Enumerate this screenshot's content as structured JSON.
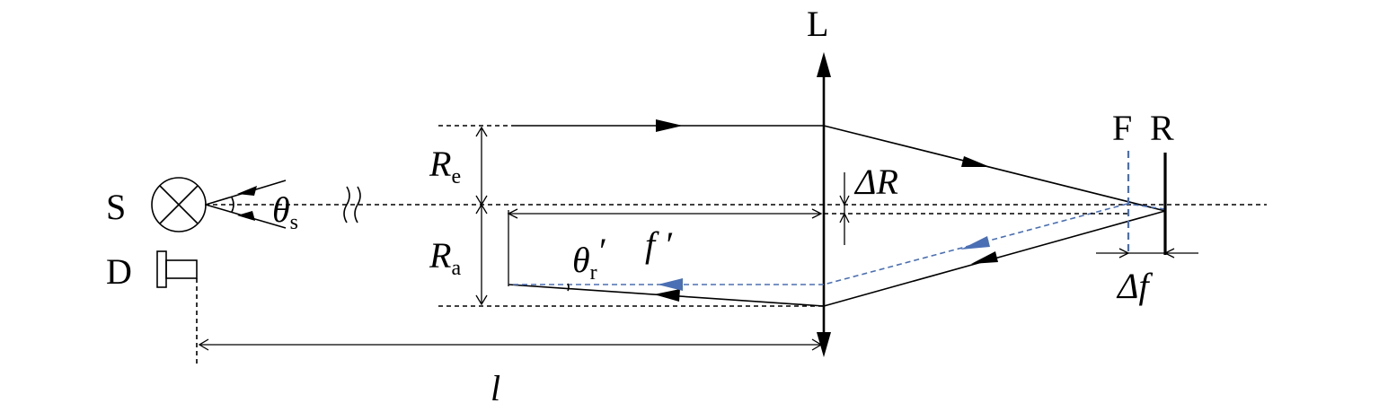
{
  "labels": {
    "lens": "L",
    "focus": "F",
    "reflector": "R",
    "source": "S",
    "detector": "D",
    "radius_emit": "R",
    "radius_emit_sub": "e",
    "radius_accept": "R",
    "radius_accept_sub": "a",
    "delta_r": "ΔR",
    "focal": "f ′",
    "theta_s": "θ",
    "theta_s_sub": "s",
    "theta_r": "θ",
    "theta_r_sub": "r",
    "theta_r_prime": "′",
    "delta_f": "Δf",
    "distance": "l"
  },
  "colors": {
    "line": "#000000",
    "reflected_beam": "#4a6fb5"
  }
}
